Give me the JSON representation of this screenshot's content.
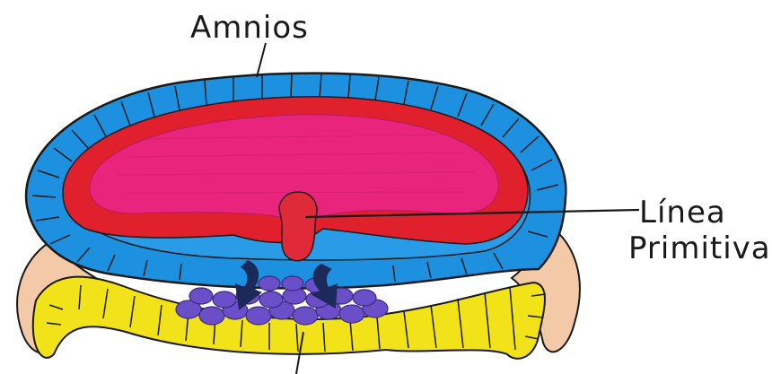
{
  "labels": {
    "amnios": "Amnios",
    "linea_line1": "Línea",
    "linea_line2": "Primitiva"
  },
  "colors": {
    "amnion_blue": "#1e90e0",
    "ectoderm_red": "#e0202c",
    "amniotic_cavity_pink": "#e8247c",
    "primitive_streak": "#e02a3a",
    "yolk_sac_yellow": "#f2e21a",
    "hypoblast_purple": "#6a4fc8",
    "extraembryonic_skin": "#f3c9a8",
    "arrow_navy": "#1c2a5a",
    "outline": "#1a1a1a"
  }
}
